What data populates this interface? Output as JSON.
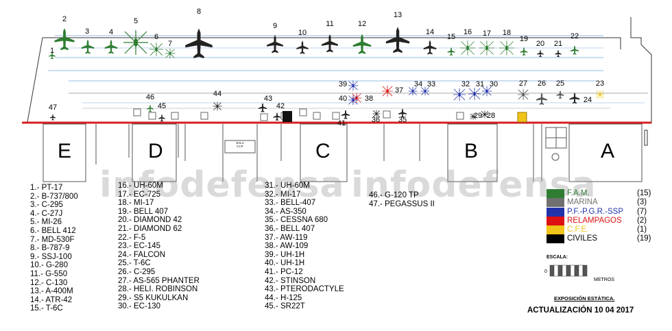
{
  "watermark": "infodefensa",
  "aircraft_numbers": [
    "1",
    "2",
    "3",
    "4",
    "5",
    "6",
    "7",
    "8",
    "9",
    "10",
    "11",
    "12",
    "13",
    "14",
    "15",
    "16",
    "17",
    "18",
    "19",
    "20",
    "21",
    "22",
    "23",
    "24",
    "25",
    "26",
    "27",
    "28",
    "29",
    "30",
    "31",
    "32",
    "33",
    "34",
    "35",
    "36",
    "37",
    "38",
    "39",
    "40",
    "41",
    "42",
    "43",
    "44",
    "45",
    "46",
    "47"
  ],
  "hangars": [
    "E",
    "D",
    "C",
    "B",
    "A"
  ],
  "small_building_text": [
    "SALA",
    "V.I.P."
  ],
  "list": [
    [
      "1.- PT-17",
      "2.- B-737/800",
      "3.- C-295",
      "4.- C-27J",
      "5.- MI-26",
      "6.- BELL 412",
      "7.- MD-530F",
      "8.- B-787-9",
      "9.- SSJ-100",
      "10.- G-280",
      "11.- G-550",
      "12.- C-130",
      "13.- A-400M",
      "14.- ATR-42",
      "15.- T-6C"
    ],
    [
      "16.- UH-60M",
      "17.- EC-725",
      "18.- MI-17",
      "19.- BELL 407",
      "20.- DIAMOND 42",
      "21.- DIAMOND 62",
      "22.- F-5",
      "23.- EC-145",
      "24.- FALCON",
      "25.- T-6C",
      "26.- C-295",
      "27.- AS-565 PHANTER",
      "28.- HELI. ROBINSON",
      "29.- S5 KUKULKAN",
      "30.- EC-130"
    ],
    [
      "31.- UH-60M",
      "32.- MI-17",
      "33.- BELL-407",
      "34.- AS-350",
      "35.- CESSNA 680",
      "36.- BELL 407",
      "37.- AW-119",
      "38.- AW-109",
      "39.- UH-1H",
      "40.- UH-1H",
      "41.- PC-12",
      "42.- STINSON",
      "43.- PTERODACTYLE",
      "44.- H-125",
      "45.- SR22T"
    ],
    [
      "46.- G-120 TP",
      "47.- PEGASSUS II"
    ]
  ],
  "groups": [
    {
      "label": "F.A.M.",
      "count": "(15)",
      "color": "#2e7d32"
    },
    {
      "label": "MARINA",
      "count": "(3)",
      "color": "#707070"
    },
    {
      "label": "P.F.-P.G.R.-SSP",
      "count": "(7)",
      "color": "#2233aa"
    },
    {
      "label": "RELAMPAGOS",
      "count": "(2)",
      "color": "#dd1111"
    },
    {
      "label": "C.F.E.",
      "count": "(1)",
      "color": "#f0c419"
    },
    {
      "label": "CIVILES",
      "count": "(19)",
      "color": "#000000"
    }
  ],
  "scale": {
    "title": "ESCALA:",
    "zero": "0",
    "unit": "METROS"
  },
  "footer": {
    "title": "EXPOSICIÓN ESTÁTICA.",
    "update": "ACTUALIZACIÓN 10 04 2017"
  },
  "colors": {
    "runway": "#d42020",
    "taxiway": "#bcd3ee",
    "fam": "#2e7d32",
    "police": "#2233aa",
    "civil": "#000000"
  }
}
